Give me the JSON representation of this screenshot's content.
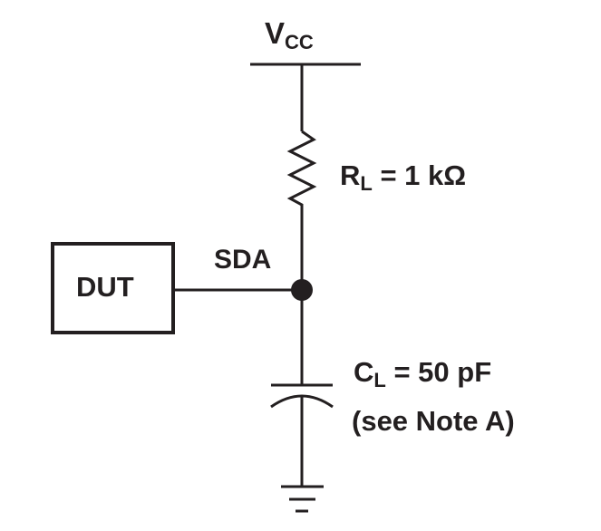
{
  "vcc": {
    "main": "V",
    "sub": "CC"
  },
  "resistor": {
    "main": "R",
    "sub": "L",
    "value": " = 1 kΩ"
  },
  "node_label": "SDA",
  "dut_label": "DUT",
  "capacitor": {
    "main": "C",
    "sub": "L",
    "value": " = 50 pF",
    "note": "(see Note A)"
  },
  "colors": {
    "line": "#231f20"
  }
}
